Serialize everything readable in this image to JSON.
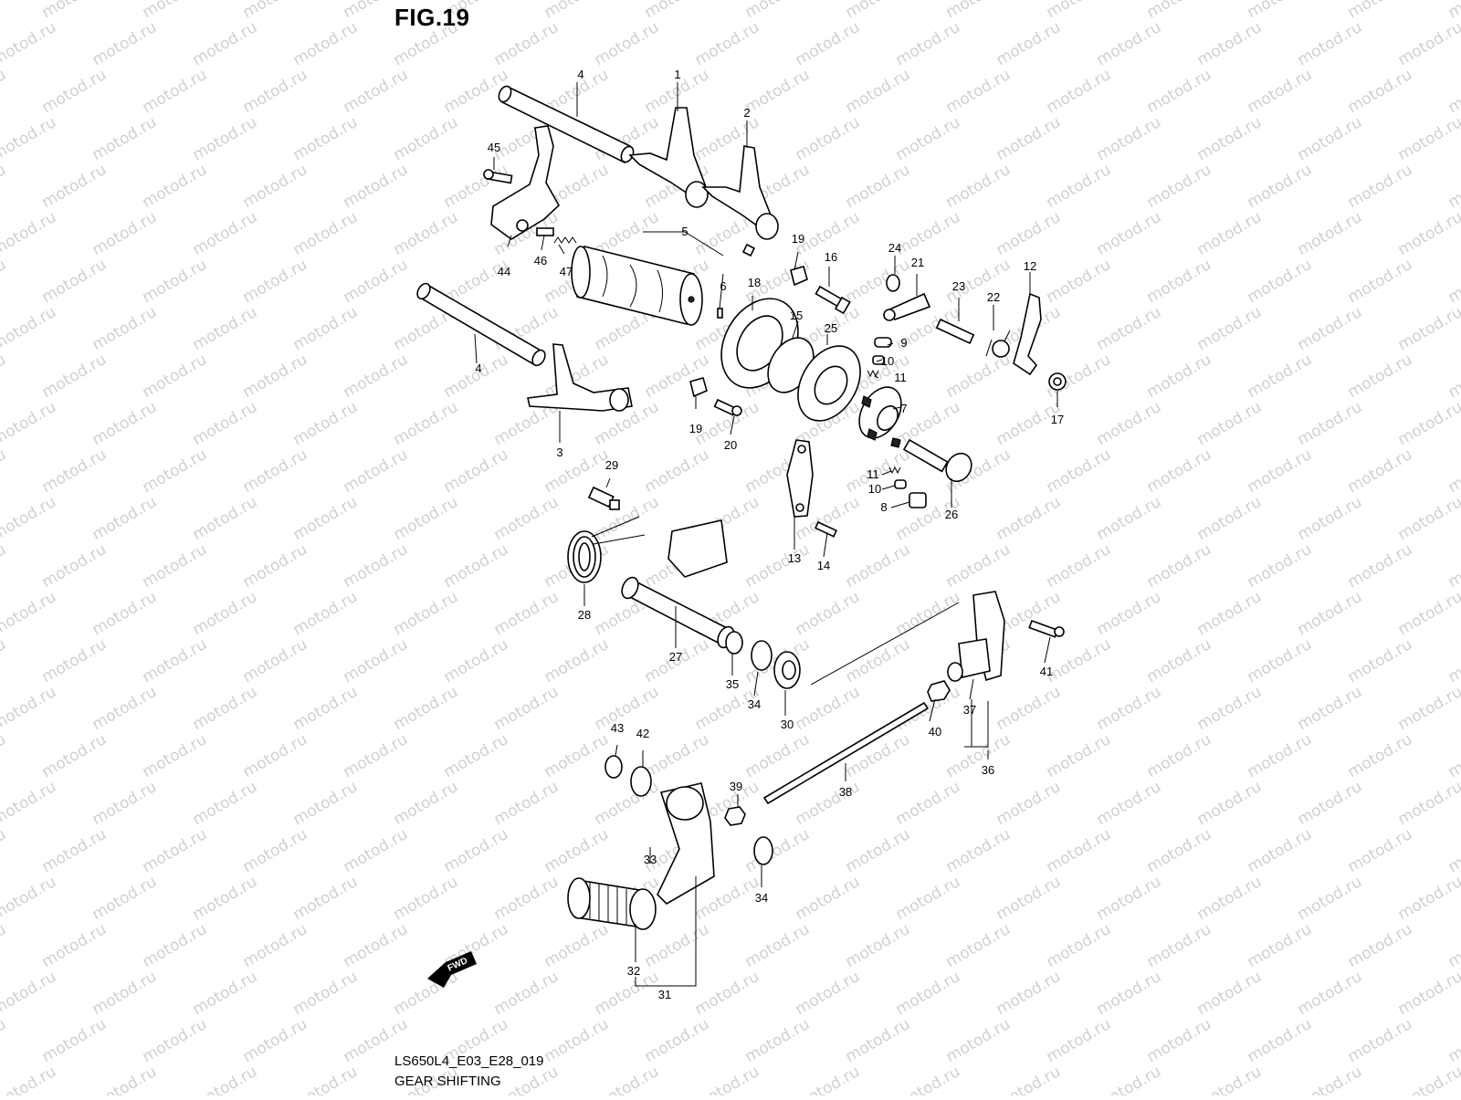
{
  "figure": {
    "title": "FIG.19",
    "code": "LS650L4_E03_E28_019",
    "subtitle": "GEAR SHIFTING",
    "watermark": "motod.ru",
    "fwd_label": "FWD"
  },
  "labels": {
    "p1": "1",
    "p2": "2",
    "p3": "3",
    "p4a": "4",
    "p4b": "4",
    "p5": "5",
    "p6": "6",
    "p7": "7",
    "p8": "8",
    "p9": "9",
    "p10a": "10",
    "p10b": "10",
    "p11a": "11",
    "p11b": "11",
    "p12": "12",
    "p13": "13",
    "p14": "14",
    "p15": "15",
    "p16": "16",
    "p17": "17",
    "p18": "18",
    "p19a": "19",
    "p19b": "19",
    "p20": "20",
    "p21": "21",
    "p22": "22",
    "p23": "23",
    "p24": "24",
    "p25": "25",
    "p26": "26",
    "p27": "27",
    "p28": "28",
    "p29": "29",
    "p30": "30",
    "p31": "31",
    "p32": "32",
    "p33": "33",
    "p34a": "34",
    "p34b": "34",
    "p35": "35",
    "p36": "36",
    "p37": "37",
    "p38": "38",
    "p39": "39",
    "p40": "40",
    "p41": "41",
    "p42": "42",
    "p43": "43",
    "p44": "44",
    "p45": "45",
    "p46": "46",
    "p47": "47"
  }
}
